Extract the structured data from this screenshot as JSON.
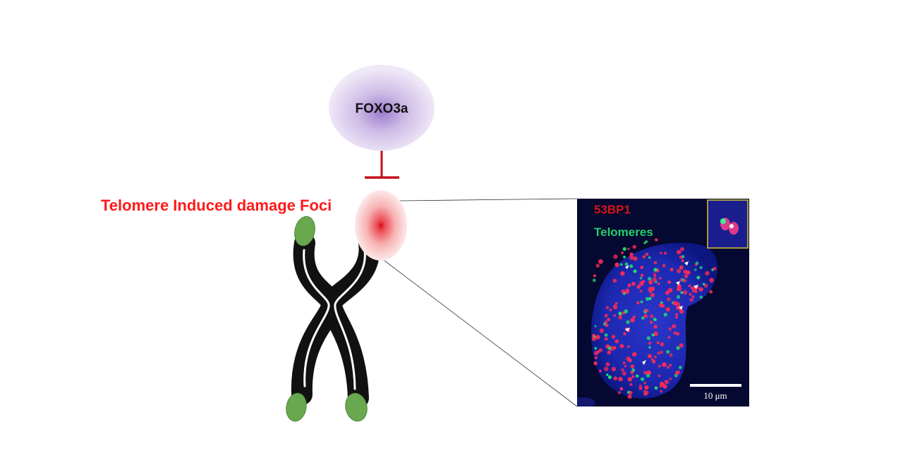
{
  "diagram": {
    "foxo_label": "FOXO3a",
    "foci_label": "Telomere Induced damage Foci",
    "micrograph": {
      "channel_red_label": "53BP1",
      "channel_green_label": "Telomeres",
      "scale_bar_label": "10 μm"
    }
  },
  "colors": {
    "inhibition": "#c0101a",
    "foci_label": "#ff1a1a",
    "foxo_glow": "#8e6cc4",
    "chromosome_body": "#111111",
    "telomere_caps": "#6aa84f",
    "nucleus": "#1f2ab8",
    "red_foci": "#ff2a55",
    "green_foci": "#22e070"
  }
}
